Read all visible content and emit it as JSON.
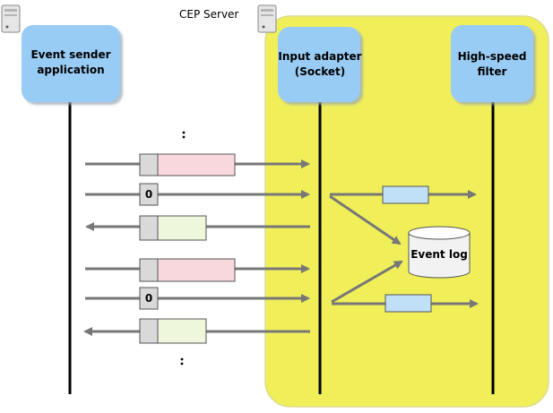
{
  "server_label": "CEP Server",
  "event_sender": {
    "line1": "Event sender",
    "line2": "application"
  },
  "input_adapter": {
    "line1": "Input adapter",
    "line2": "(Socket)"
  },
  "high_speed_filter": {
    "line1": "High-speed",
    "line2": "filter"
  },
  "event_log": "Event log",
  "messages": [
    {
      "direction": "to_server",
      "header": "",
      "payload_color": "#f8d7dd"
    },
    {
      "direction": "to_server",
      "header": "0",
      "payload_color": ""
    },
    {
      "direction": "to_sender",
      "header": "",
      "payload_color": "#eef6dc"
    },
    {
      "direction": "to_server",
      "header": "",
      "payload_color": "#f8d7dd"
    },
    {
      "direction": "to_server",
      "header": "0",
      "payload_color": ""
    },
    {
      "direction": "to_sender",
      "header": "",
      "payload_color": "#eef6dc"
    }
  ],
  "colors": {
    "server_area": "#f0ef5a",
    "server_border": "#dcdc8c",
    "actor_box": "#99ccf5",
    "arrow": "#777777",
    "header_box": "#d9d9d9",
    "filtered_event": "#bfe0f7",
    "request_payload": "#f8d7dd",
    "response_payload": "#eef6dc"
  }
}
